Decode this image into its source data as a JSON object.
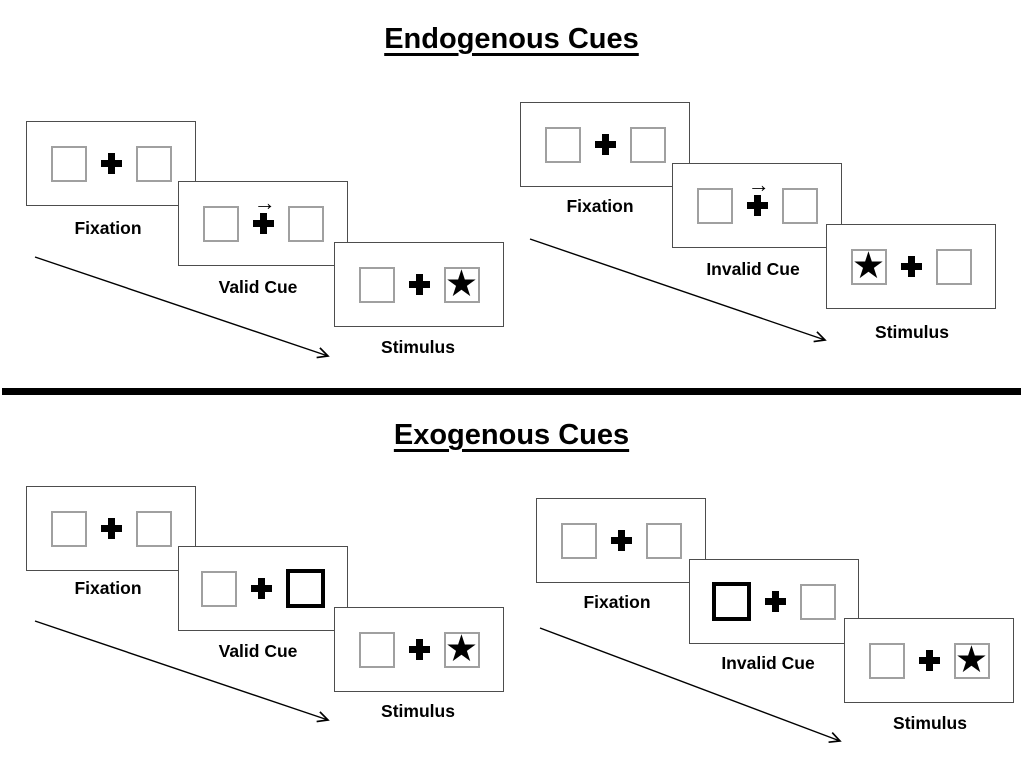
{
  "icons": {
    "star": "★",
    "cue_arrow": "→"
  },
  "colors": {
    "panel_border": "#4d4d4d",
    "square_border": "#a0a0a0",
    "cue_highlight": "#000000",
    "divider": "#000000",
    "text": "#000000"
  },
  "sections": {
    "endogenous": {
      "title": "Endogenous Cues",
      "valid": {
        "panels": [
          {
            "label": "Fixation"
          },
          {
            "label": "Valid Cue"
          },
          {
            "label": "Stimulus"
          }
        ]
      },
      "invalid": {
        "panels": [
          {
            "label": "Fixation"
          },
          {
            "label": "Invalid Cue"
          },
          {
            "label": "Stimulus"
          }
        ]
      }
    },
    "exogenous": {
      "title": "Exogenous Cues",
      "valid": {
        "panels": [
          {
            "label": "Fixation"
          },
          {
            "label": "Valid Cue"
          },
          {
            "label": "Stimulus"
          }
        ]
      },
      "invalid": {
        "panels": [
          {
            "label": "Fixation"
          },
          {
            "label": "Invalid Cue"
          },
          {
            "label": "Stimulus"
          }
        ]
      }
    }
  }
}
